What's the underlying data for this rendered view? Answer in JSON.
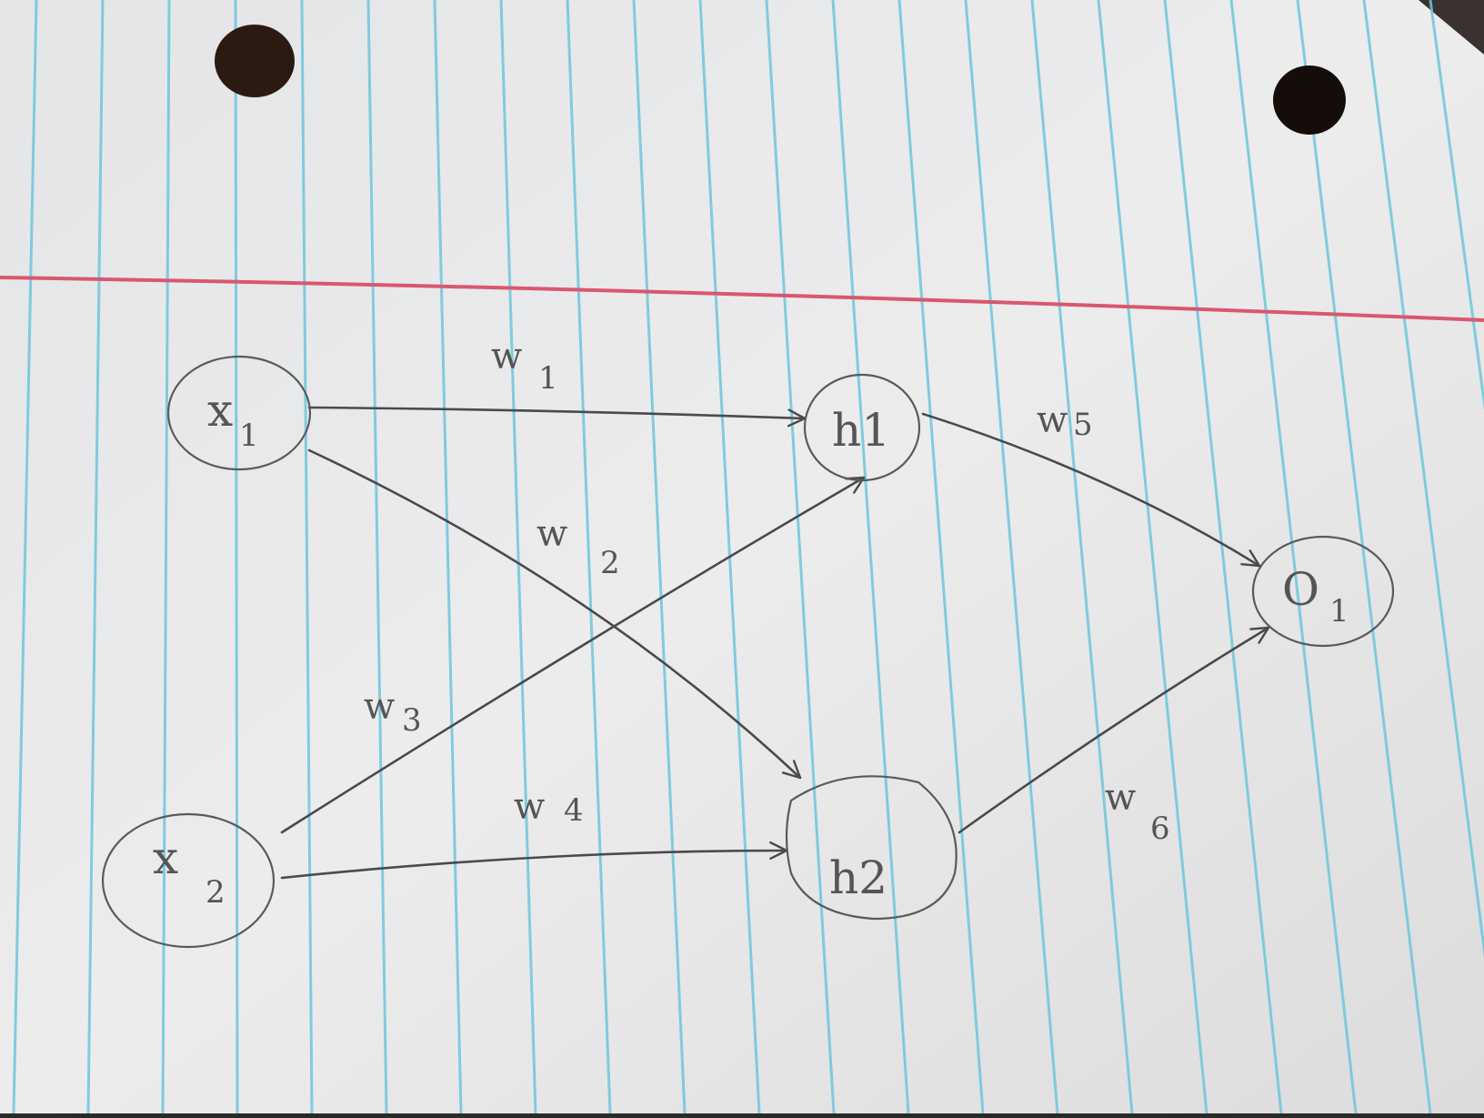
{
  "diagram": {
    "nodes": [
      {
        "id": "x1",
        "label": "x",
        "subscript": "1"
      },
      {
        "id": "x2",
        "label": "x",
        "subscript": "2"
      },
      {
        "id": "h1",
        "label": "h1",
        "subscript": ""
      },
      {
        "id": "h2",
        "label": "h2",
        "subscript": ""
      },
      {
        "id": "o1",
        "label": "O",
        "subscript": "1"
      }
    ],
    "edges": [
      {
        "from": "x1",
        "to": "h1",
        "label": "w",
        "subscript": "1"
      },
      {
        "from": "x1",
        "to": "h2",
        "label": "w",
        "subscript": "2"
      },
      {
        "from": "x2",
        "to": "h1",
        "label": "w",
        "subscript": "3"
      },
      {
        "from": "x2",
        "to": "h2",
        "label": "w",
        "subscript": "4"
      },
      {
        "from": "h1",
        "to": "o1",
        "label": "w",
        "subscript": "5"
      },
      {
        "from": "h2",
        "to": "o1",
        "label": "w",
        "subscript": "6"
      }
    ]
  },
  "colors": {
    "paper": "#e9e9ea",
    "blue_rule": "#6ec6dd",
    "red_margin": "#d9576f",
    "pencil": "#4a4a4a",
    "hole": "#1a1008"
  }
}
